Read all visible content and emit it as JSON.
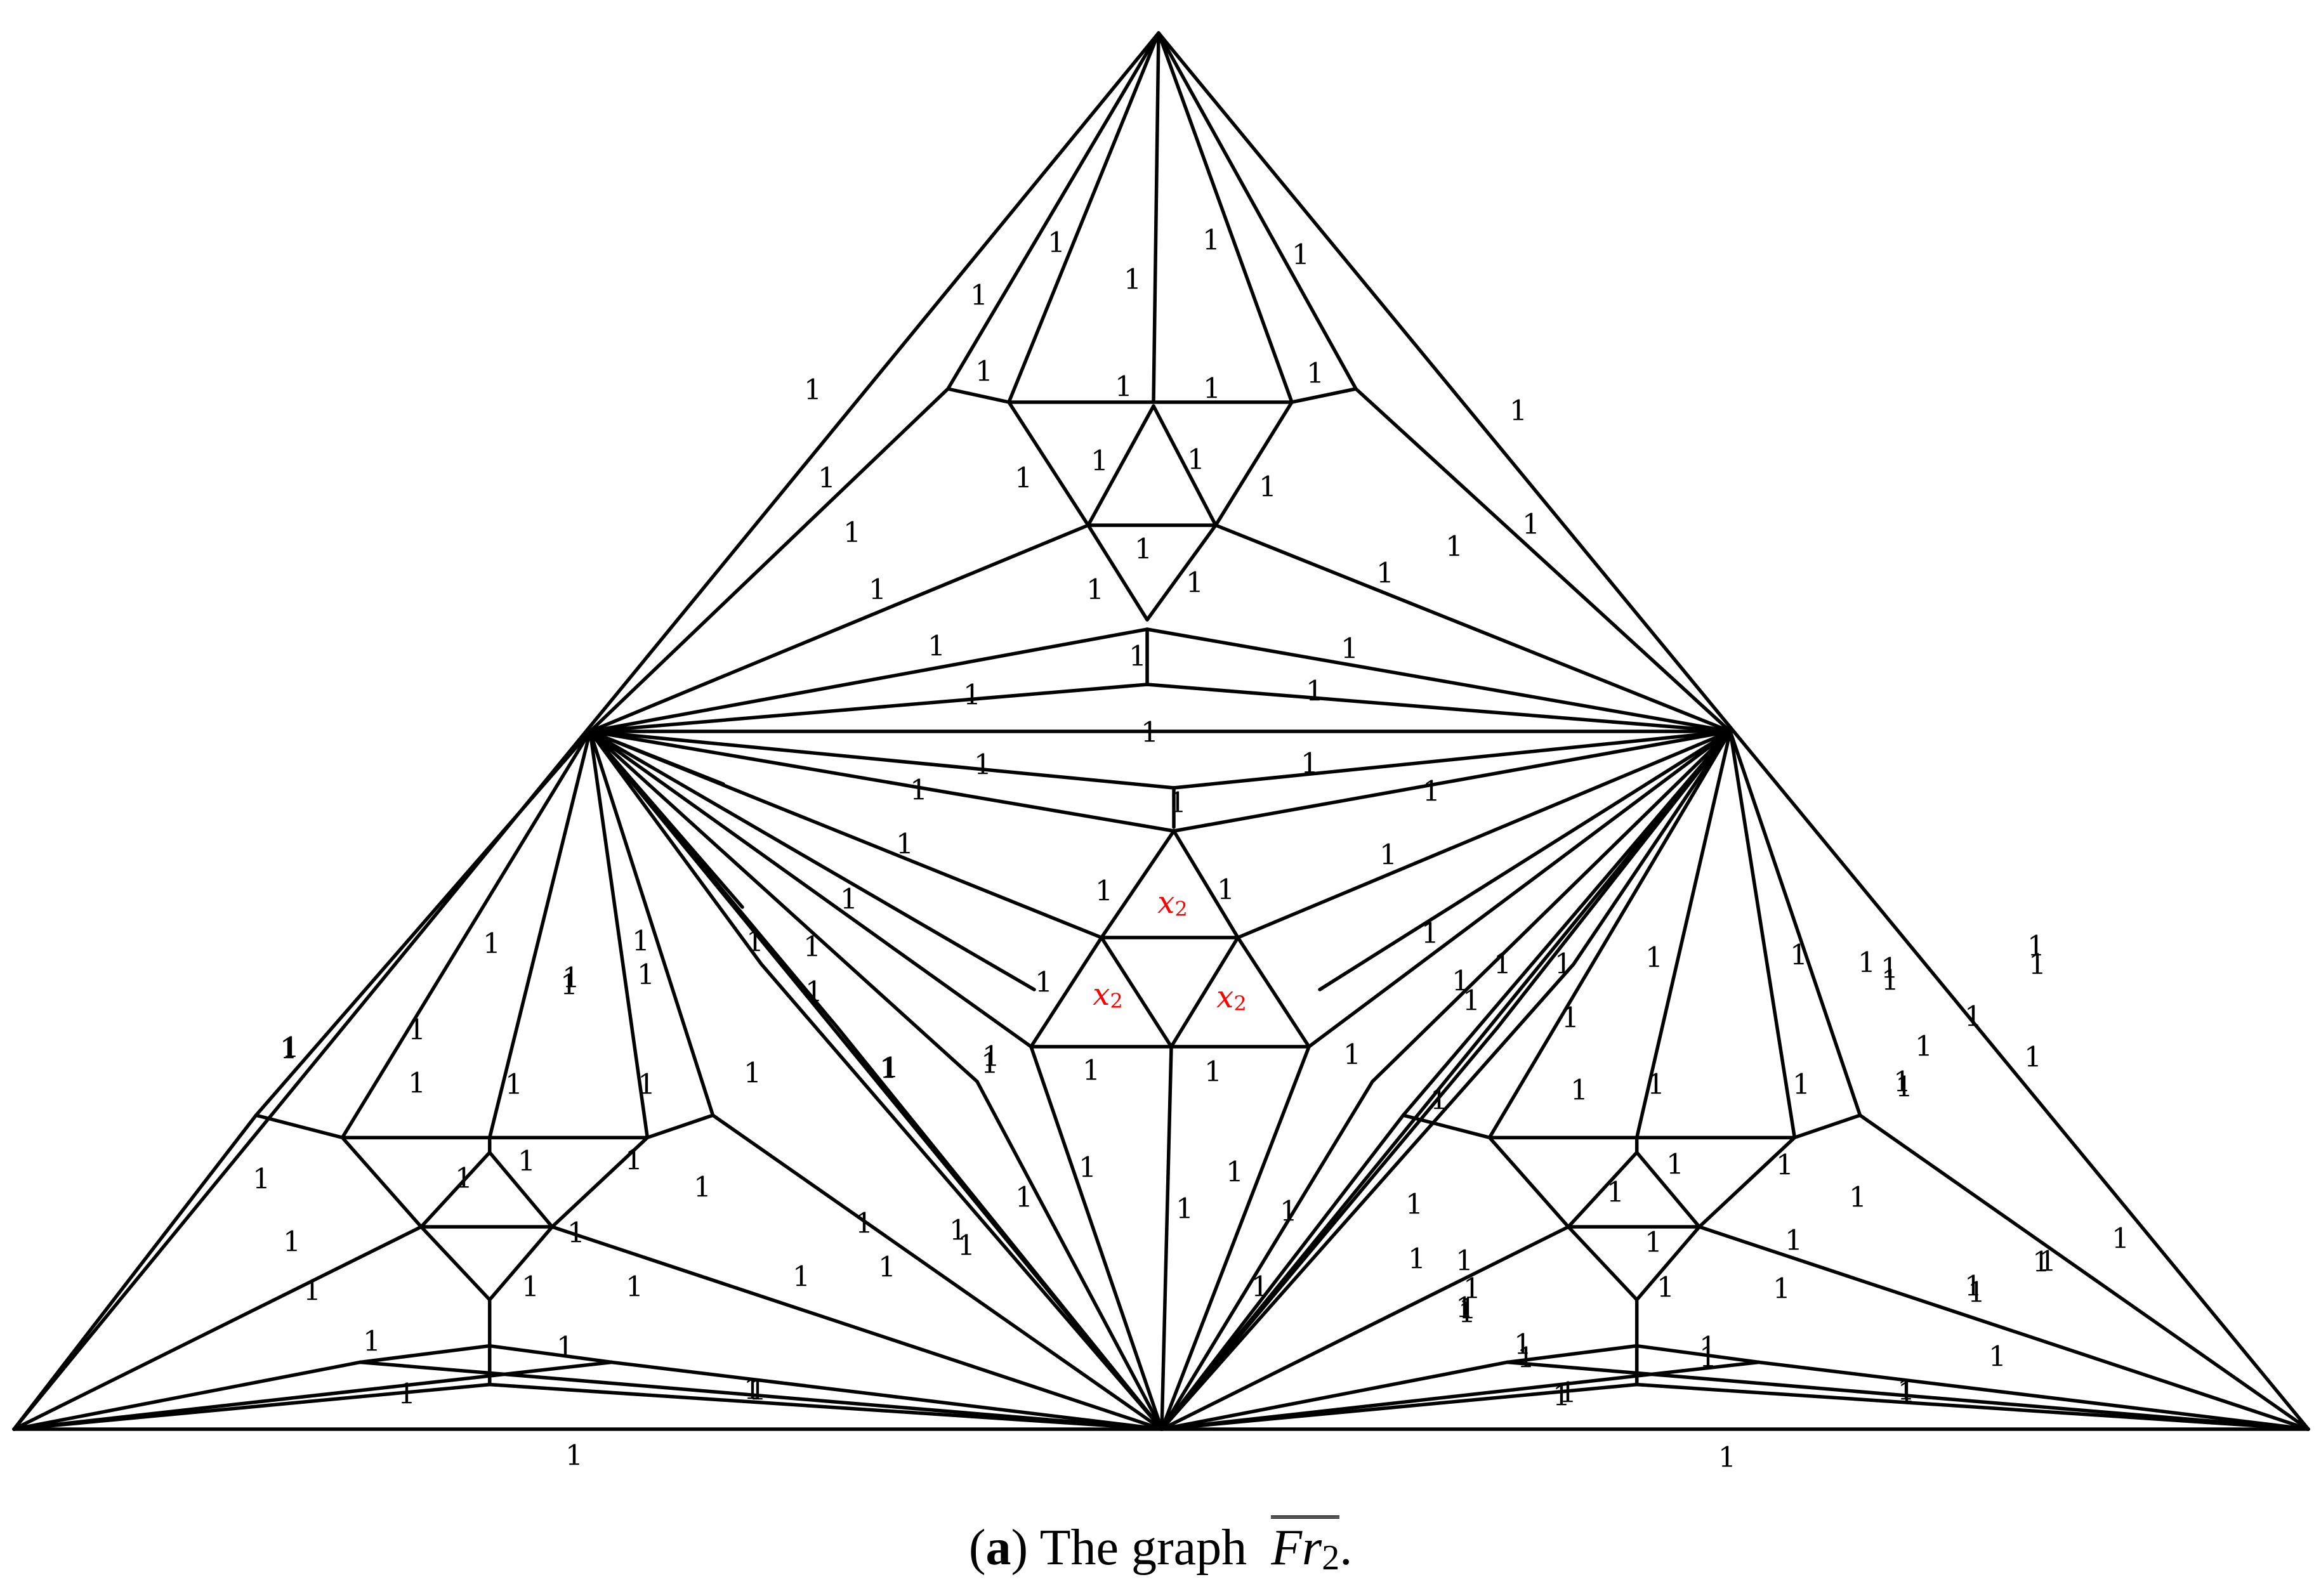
{
  "graph": {
    "edge_weight_label": "1",
    "special_label_var": "x",
    "special_label_sub": "2",
    "special_color": "#ff0000"
  },
  "caption": {
    "tag": "a",
    "text": "The graph",
    "graph_name": "Fr",
    "graph_sub": "2",
    "suffix": "."
  }
}
